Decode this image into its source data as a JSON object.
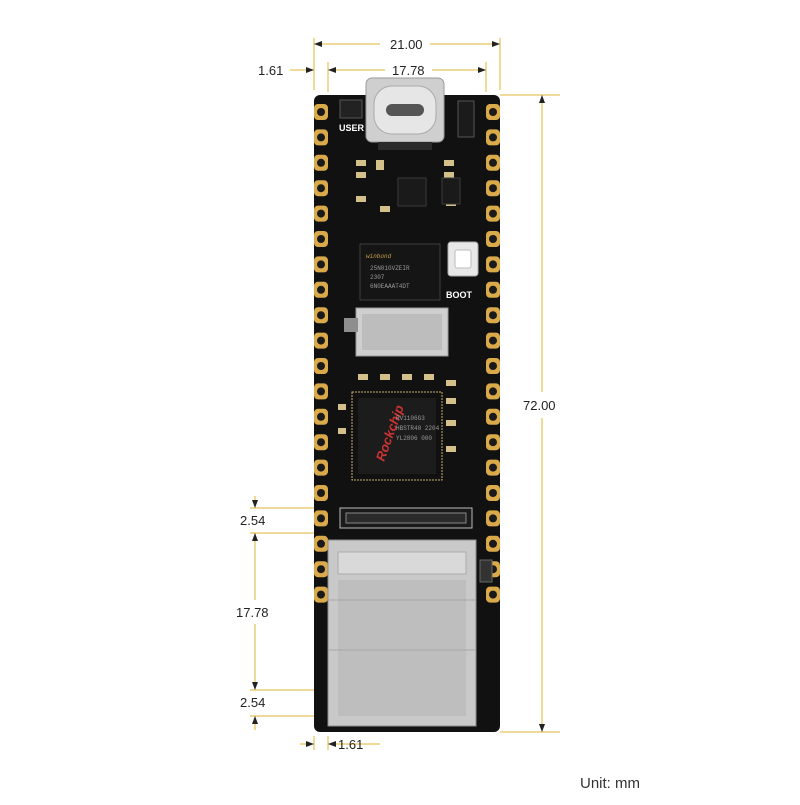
{
  "dimensions": {
    "width_outer": "21.00",
    "width_inner": "17.78",
    "left_offset_top": "1.61",
    "height": "72.00",
    "pitch_top": "2.54",
    "span_side": "17.78",
    "pitch_bottom": "2.54",
    "left_offset_bottom": "1.61"
  },
  "silkscreen": {
    "user_label": "USER",
    "boot_label": "BOOT"
  },
  "chips": {
    "flash_brand": "winbond",
    "flash_lines": [
      "25N01GVZEIR",
      "2307",
      "6N0EAAAT4DT"
    ],
    "soc_brand": "Rockchip",
    "soc_lines": [
      "RV1106G3",
      "HBSTR40 2204",
      "YL2806 000"
    ]
  },
  "unit_label": "Unit: mm",
  "colors": {
    "dimension_line": "#e2b533",
    "board": "#111111",
    "pad": "#d9a94a",
    "metal": "#c8c8c8"
  }
}
